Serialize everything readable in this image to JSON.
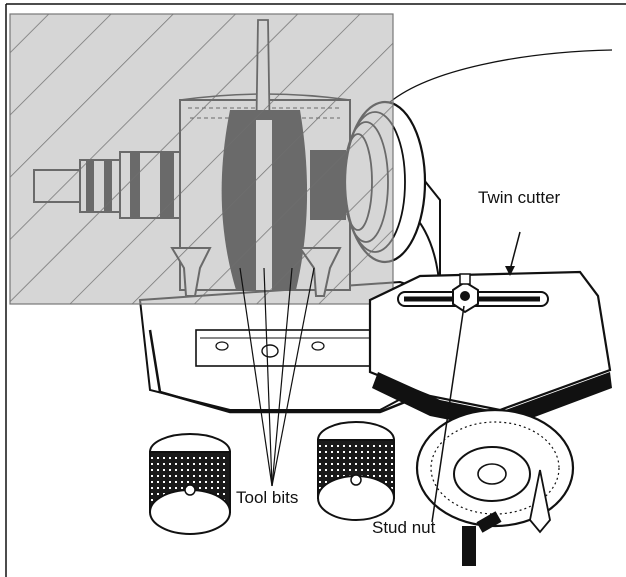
{
  "figure": {
    "labels": {
      "twin_cutter": "Twin cutter",
      "tool_bits": "Tool bits",
      "stud_nut": "Stud nut"
    },
    "colors": {
      "ink": "#111111",
      "shade_overlay": "#b5b5b5",
      "hatch": "#6e6e6e",
      "paper": "#ffffff"
    }
  }
}
